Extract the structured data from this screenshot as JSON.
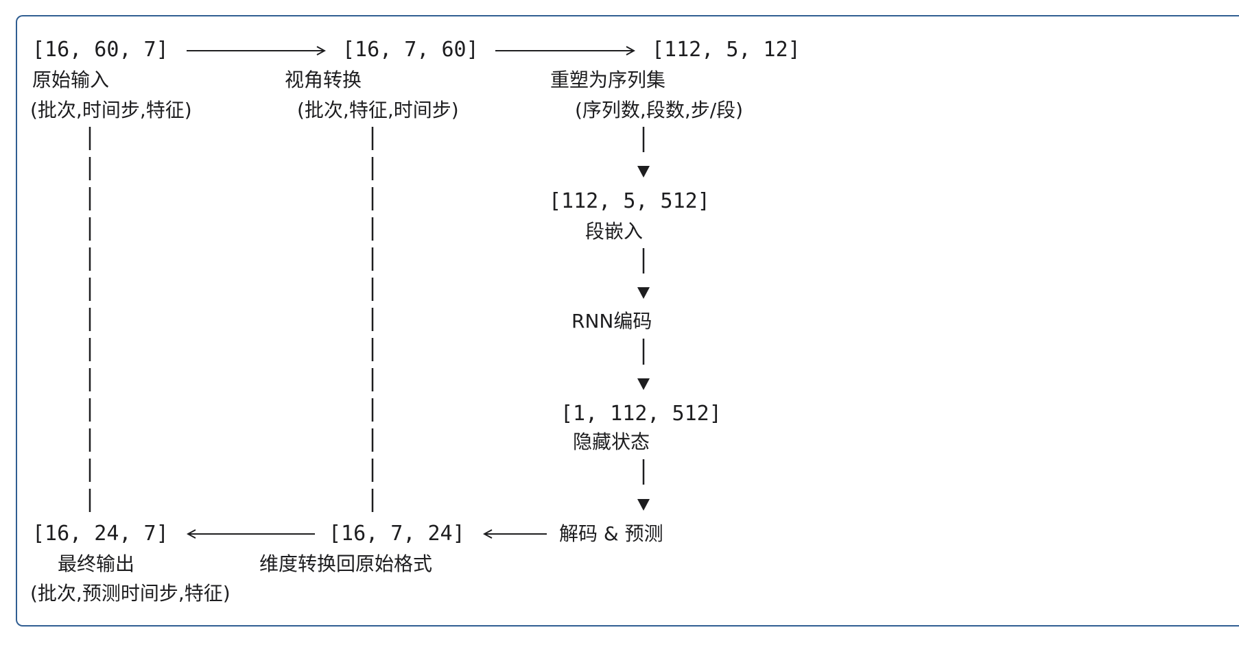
{
  "nodes": {
    "input": {
      "shape": "[16, 60, 7]",
      "label": "原始输入",
      "dims": "(批次,时间步,特征)"
    },
    "permute": {
      "shape": "[16, 7, 60]",
      "label": "视角转换",
      "dims": "(批次,特征,时间步)"
    },
    "reshape": {
      "shape": "[112, 5, 12]",
      "label": "重塑为序列集",
      "dims": "(序列数,段数,步/段)"
    },
    "embed": {
      "shape": "[112, 5, 512]",
      "label": "段嵌入"
    },
    "rnn": {
      "label": "RNN编码"
    },
    "hidden": {
      "shape": "[1, 112, 512]",
      "label": "隐藏状态"
    },
    "decode": {
      "label": "解码 & 预测"
    },
    "permute_back": {
      "shape": "[16, 7, 24]",
      "label": "维度转换回原始格式"
    },
    "output": {
      "shape": "[16, 24, 7]",
      "label": "最终输出",
      "dims": "(批次,预测时间步,特征)"
    }
  },
  "colors": {
    "border": "#2f5d91",
    "text": "#1d1d1f",
    "line": "#1d1d1f"
  }
}
